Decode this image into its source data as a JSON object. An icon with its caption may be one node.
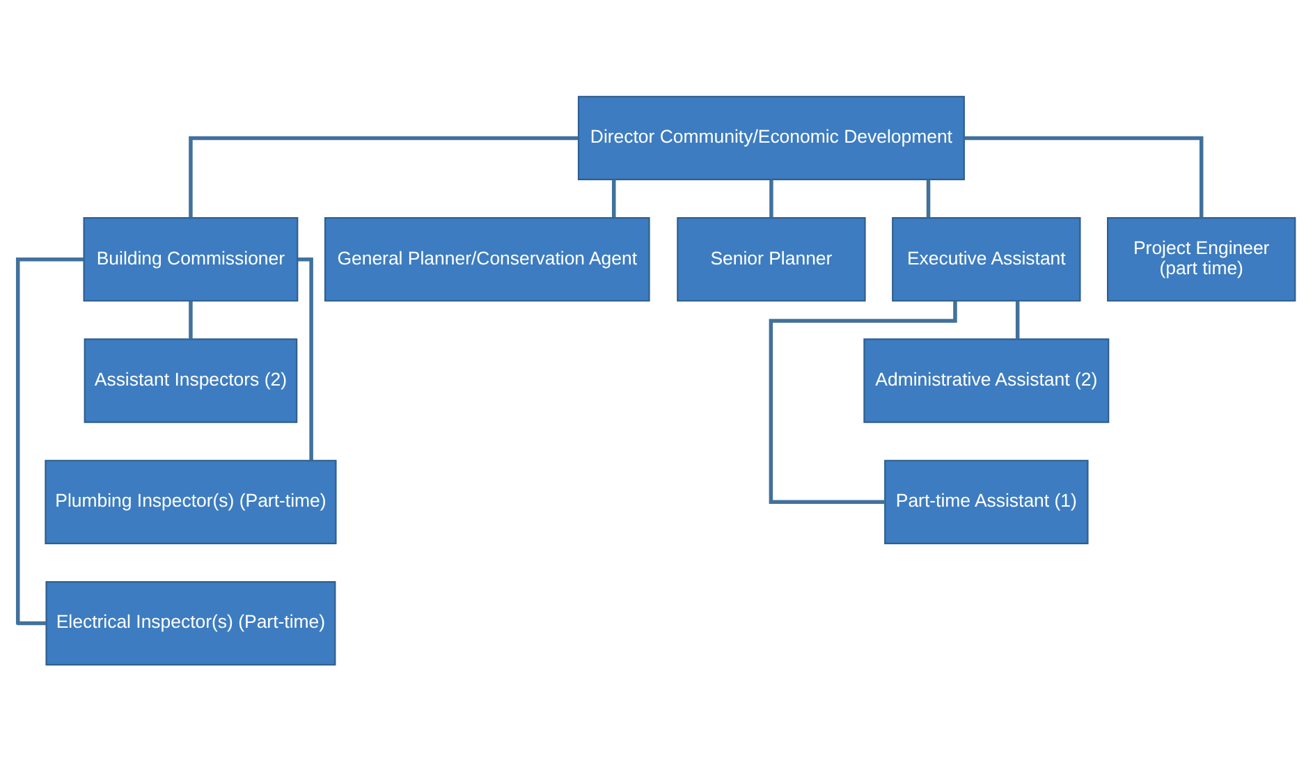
{
  "diagram": {
    "nodes": [
      {
        "text": [
          "Director Community/Economic Development"
        ]
      },
      {
        "text": [
          "Building Commissioner"
        ]
      },
      {
        "text": [
          "General Planner/Conservation Agent"
        ]
      },
      {
        "text": [
          "Senior Planner"
        ]
      },
      {
        "text": [
          "Executive Assistant"
        ]
      },
      {
        "text": [
          "Project Engineer",
          "(part time)"
        ]
      },
      {
        "text": [
          "Assistant Inspectors (2)"
        ]
      },
      {
        "text": [
          "Plumbing Inspector(s) (Part-time)"
        ]
      },
      {
        "text": [
          "Electrical Inspector(s) (Part-time)"
        ]
      },
      {
        "text": [
          "Administrative Assistant (2)"
        ]
      },
      {
        "text": [
          "Part-time Assistant (1)"
        ]
      }
    ],
    "edges": [
      {
        "from": 0,
        "to": 1,
        "arrow": "none"
      },
      {
        "from": 0,
        "to": 2,
        "arrow": "none"
      },
      {
        "from": 0,
        "to": 3,
        "arrow": "none"
      },
      {
        "from": 0,
        "to": 4,
        "arrow": "none"
      },
      {
        "from": 0,
        "to": 5,
        "arrow": "none"
      },
      {
        "from": 1,
        "to": 6,
        "arrow": "none"
      },
      {
        "from": 1,
        "to": 7,
        "arrow": "none"
      },
      {
        "from": 1,
        "to": 8,
        "arrow": "none"
      },
      {
        "from": 4,
        "to": 9,
        "arrow": "none"
      },
      {
        "from": 4,
        "to": 10,
        "arrow": "none"
      }
    ]
  }
}
